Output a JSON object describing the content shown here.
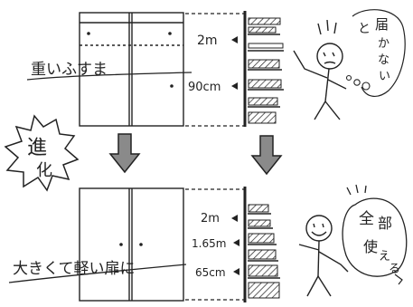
{
  "top": {
    "caption": "重いふすま",
    "heights": [
      "2m",
      "90cm"
    ],
    "speech": [
      "と",
      "届",
      "か",
      "な",
      "い"
    ]
  },
  "evolution_badge": [
    "進",
    "化"
  ],
  "bottom": {
    "caption": "大きくて軽い扉に",
    "heights": [
      "2m",
      "1.65m",
      "65cm"
    ],
    "speech": [
      "全",
      "部",
      "使",
      "え",
      "る"
    ]
  },
  "colors": {
    "ink": "#222222",
    "arrow_fill": "#8a8a8a"
  }
}
